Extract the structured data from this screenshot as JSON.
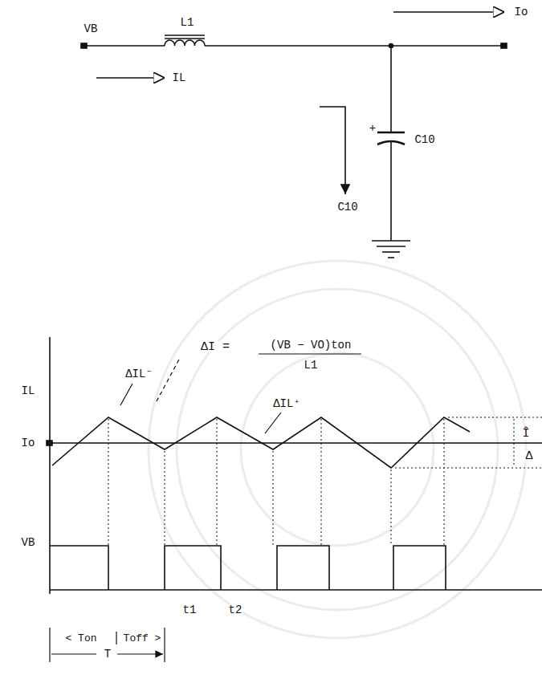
{
  "diagram": {
    "labels": [
      "VB",
      "L1",
      "Io",
      "IL",
      "+",
      "C10",
      "C10",
      "IL",
      "Io",
      "VB",
      "ΔI =",
      "(VB − VO)ton",
      "L1",
      "ΔIL⁻",
      "ΔIL⁺",
      "Î",
      "Δ",
      "t1",
      "t2",
      "< Ton",
      "Toff >",
      "T"
    ]
  }
}
